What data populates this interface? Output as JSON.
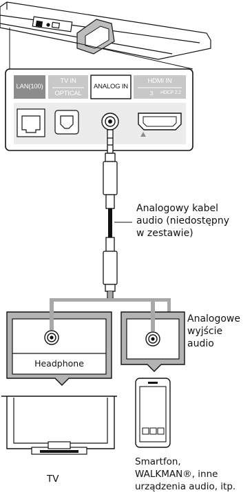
{
  "soundbar_panel": {
    "lan_label": "LAN(100)",
    "tv_in_label": "TV IN",
    "optical_label": "OPTICAL",
    "analog_in_label": "ANALOG IN",
    "hdmi_in_label": "HDMI IN",
    "hdmi_number": "3",
    "hdcp_label": "HDCP 2.2"
  },
  "cable_callout": {
    "line1": "Analogowy kabel",
    "line2": "audio (niedostępny",
    "line3": "w zestawie)"
  },
  "output_callout": {
    "line1": "Analogowe",
    "line2": "wyjście",
    "line3": "audio"
  },
  "tv_device": {
    "jack_label": "Headphone",
    "name": "TV"
  },
  "mobile_device": {
    "line1": "Smartfon,",
    "line2": "WALKMAN®, inne",
    "line3": "urządzenia audio, itp."
  },
  "colors": {
    "panel_gray": "#8c8c8c",
    "light_gray": "#c8c8c8",
    "outline": "#111111",
    "callout_bg": "#b3b3b3"
  }
}
